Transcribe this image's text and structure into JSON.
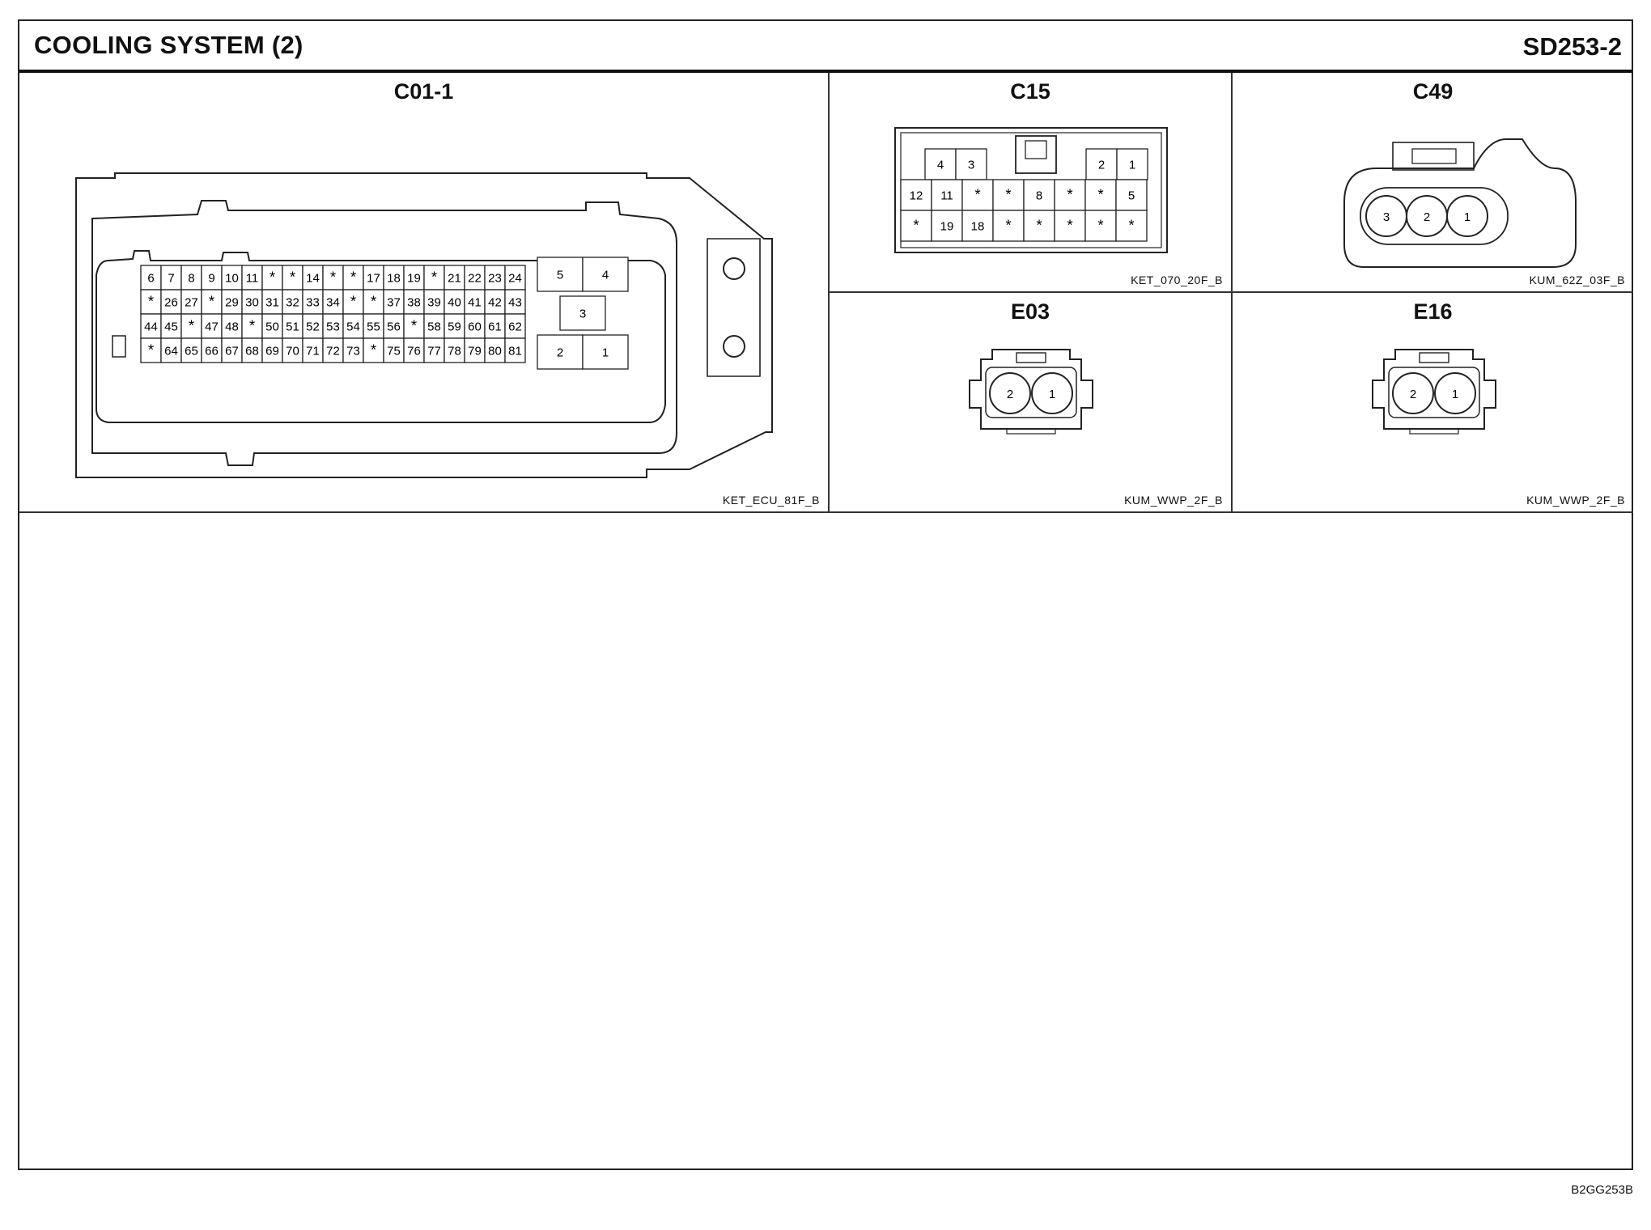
{
  "header": {
    "title": "COOLING SYSTEM (2)",
    "page_code": "SD253-2"
  },
  "footer": {
    "doc_code": "B2GG253B"
  },
  "connectors": [
    {
      "name": "C01-1",
      "code": "KET_ECU_81F_B",
      "rows": [
        [
          "6",
          "7",
          "8",
          "9",
          "10",
          "11",
          "*",
          "*",
          "14",
          "*",
          "*",
          "17",
          "18",
          "19",
          "*",
          "21",
          "22",
          "23",
          "24"
        ],
        [
          "*",
          "26",
          "27",
          "*",
          "29",
          "30",
          "31",
          "32",
          "33",
          "34",
          "*",
          "*",
          "37",
          "38",
          "39",
          "40",
          "41",
          "42",
          "43"
        ],
        [
          "44",
          "45",
          "*",
          "47",
          "48",
          "*",
          "50",
          "51",
          "52",
          "53",
          "54",
          "55",
          "56",
          "*",
          "58",
          "59",
          "60",
          "61",
          "62"
        ],
        [
          "*",
          "64",
          "65",
          "66",
          "67",
          "68",
          "69",
          "70",
          "71",
          "72",
          "73",
          "*",
          "75",
          "76",
          "77",
          "78",
          "79",
          "80",
          "81"
        ]
      ],
      "power_pins": [
        "5",
        "4",
        "3",
        "2",
        "1"
      ]
    },
    {
      "name": "C15",
      "code": "KET_070_20F_B",
      "top_left": [
        "4",
        "3"
      ],
      "top_right": [
        "2",
        "1"
      ],
      "rows": [
        [
          "12",
          "11",
          "*",
          "*",
          "8",
          "*",
          "*",
          "5"
        ],
        [
          "*",
          "19",
          "18",
          "*",
          "*",
          "*",
          "*",
          "*"
        ]
      ]
    },
    {
      "name": "C49",
      "code": "KUM_62Z_03F_B",
      "pins": [
        "3",
        "2",
        "1"
      ]
    },
    {
      "name": "E03",
      "code": "KUM_WWP_2F_B",
      "pins": [
        "2",
        "1"
      ]
    },
    {
      "name": "E16",
      "code": "KUM_WWP_2F_B",
      "pins": [
        "2",
        "1"
      ]
    }
  ]
}
